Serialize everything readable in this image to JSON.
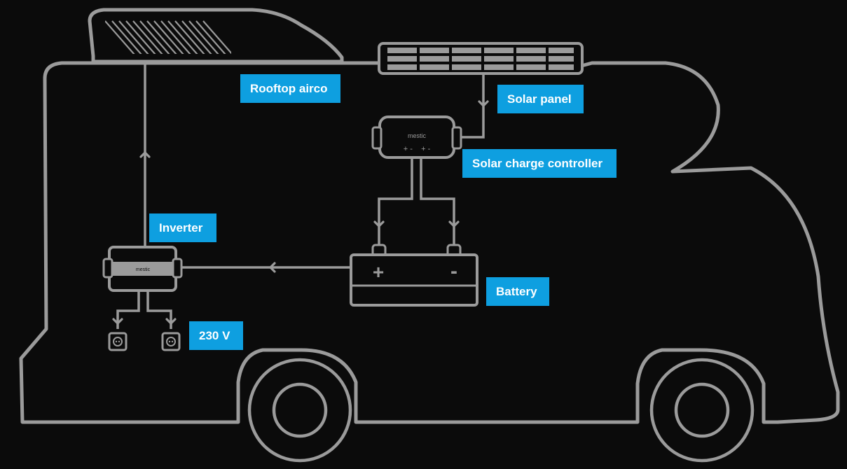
{
  "labels": {
    "rooftop_airco": "Rooftop airco",
    "solar_panel": "Solar panel",
    "solar_charge_controller": "Solar charge controller",
    "inverter": "Inverter",
    "battery": "Battery",
    "outlet_voltage": "230 V"
  },
  "devices": {
    "controller_brand": "mestic",
    "controller_terminals": "+ -    + -",
    "inverter_brand": "mestic",
    "battery_positive": "+",
    "battery_negative": "-"
  },
  "colors": {
    "background": "#0b0b0b",
    "line": "#9b9b9b",
    "label_bg": "#0e9fe0",
    "label_text": "#ffffff"
  }
}
